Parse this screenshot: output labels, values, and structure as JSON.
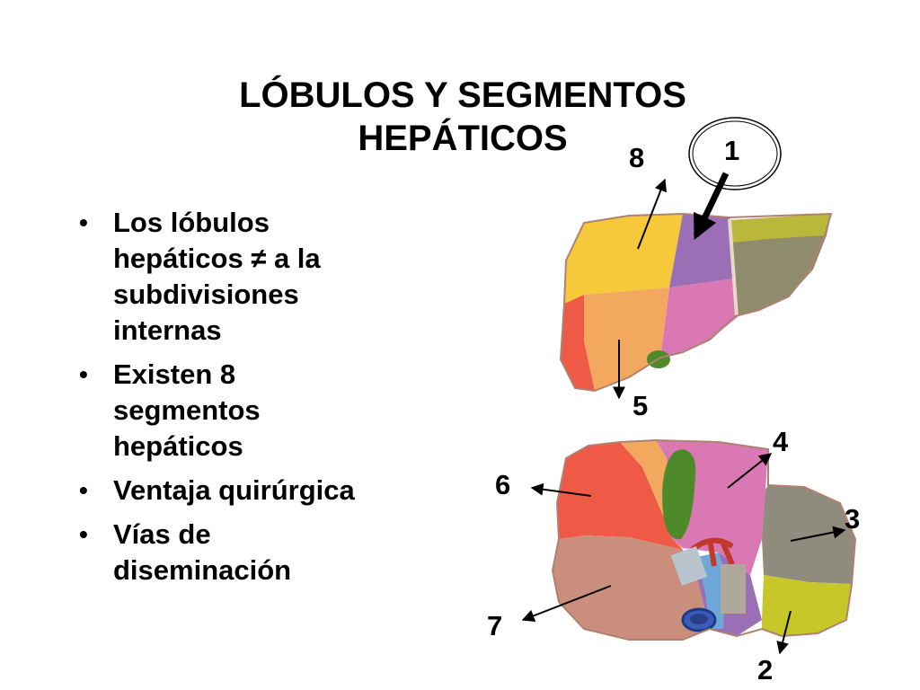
{
  "slide": {
    "title_line1": "LÓBULOS Y SEGMENTOS",
    "title_line2": "HEPÁTICOS",
    "bullets": [
      {
        "lines": [
          "Los lóbulos",
          "hepáticos ≠ a la",
          "subdivisiones",
          "internas"
        ]
      },
      {
        "lines": [
          "Existen 8",
          "segmentos",
          "hepáticos"
        ]
      },
      {
        "lines": [
          "Ventaja quirúrgica"
        ]
      },
      {
        "lines": [
          "Vías de",
          "diseminación"
        ]
      }
    ]
  },
  "figure": {
    "labels": {
      "s1": "1",
      "s2": "2",
      "s3": "3",
      "s4": "4",
      "s5": "5",
      "s6": "6",
      "s7": "7",
      "s8": "8"
    },
    "colors": {
      "seg8": "#f5c93a",
      "seg1": "#9b6fb6",
      "seg4": "#d978b3",
      "seg5": "#f2a85f",
      "seg6": "#ef5a47",
      "seg7": "#c98f7c",
      "seg3": "#8f8c7d",
      "seg2": "#c7c72a",
      "lateral": "#8f8c6e",
      "gallbladder": "#4f8a2a",
      "vessel_blue": "#6fa8d8",
      "vessel_red": "#c0392b"
    }
  }
}
